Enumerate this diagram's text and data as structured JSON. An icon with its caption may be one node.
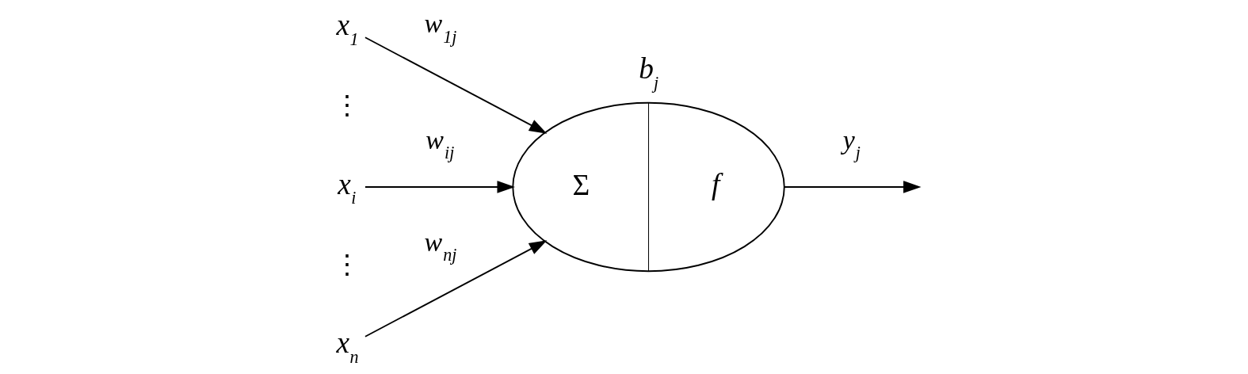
{
  "diagram": {
    "nodes": [
      {
        "text": [
          "x$_{1}$"
        ]
      },
      {
        "text": [
          "x$_{i}$"
        ]
      },
      {
        "text": [
          "x$_{n}$"
        ]
      },
      {
        "text": [
          "Σ",
          "f"
        ],
        "beside": [
          "b$_{j}$"
        ]
      }
    ],
    "edges": [
      {
        "from": 0,
        "to": 3,
        "arrow": "to",
        "label": "w$_{1j}$"
      },
      {
        "from": 1,
        "to": 3,
        "arrow": "to",
        "label": "w$_{ij}$"
      },
      {
        "from": 2,
        "to": 3,
        "arrow": "to",
        "label": "w$_{nj}$"
      },
      {
        "from": 3,
        "to": null,
        "arrow": "to",
        "label": "y$_{j}$"
      }
    ],
    "labels": [
      "⋮",
      "⋮"
    ]
  }
}
